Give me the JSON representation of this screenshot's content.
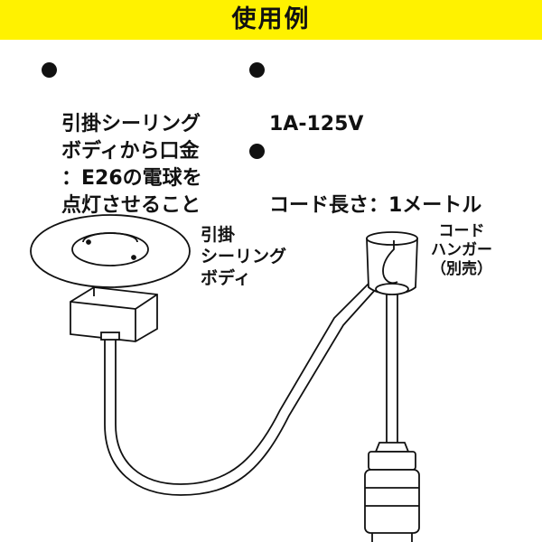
{
  "banner": {
    "title": "使用例",
    "color": "#fff200"
  },
  "specs_left": [
    {
      "text": "引掛シーリング\nボディから口金\n：E26の電球を\n点灯させること\nができます。"
    }
  ],
  "specs_right": [
    {
      "text": "1A‐125V"
    },
    {
      "text": "コード長さ：1メートル"
    }
  ],
  "labels": {
    "ceiling_body": "引掛\nシーリング\nボディ",
    "cord_hanger": "コード\nハンガー\n（別売）"
  },
  "icons": [
    "ceiling-rose-icon",
    "cord-hanger-icon",
    "e26-socket-icon",
    "cord-icon"
  ]
}
